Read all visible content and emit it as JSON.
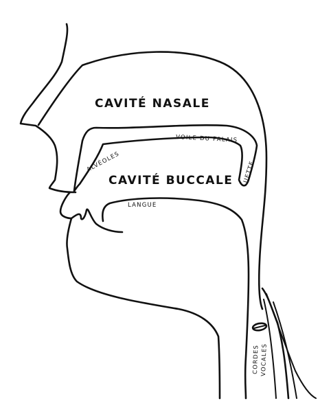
{
  "diagram": {
    "labels": {
      "nasal_cavity": "CAVITÉ NASALE",
      "oral_cavity": "CAVITÉ BUCCALE",
      "velum": "VOILE DU PALAIS",
      "alveoli": "ALVÉOLES",
      "uvula": "LUETTE",
      "tongue": "LANGUE",
      "vocal_cords_line1": "CORDES",
      "vocal_cords_line2": "VOCALES"
    }
  }
}
